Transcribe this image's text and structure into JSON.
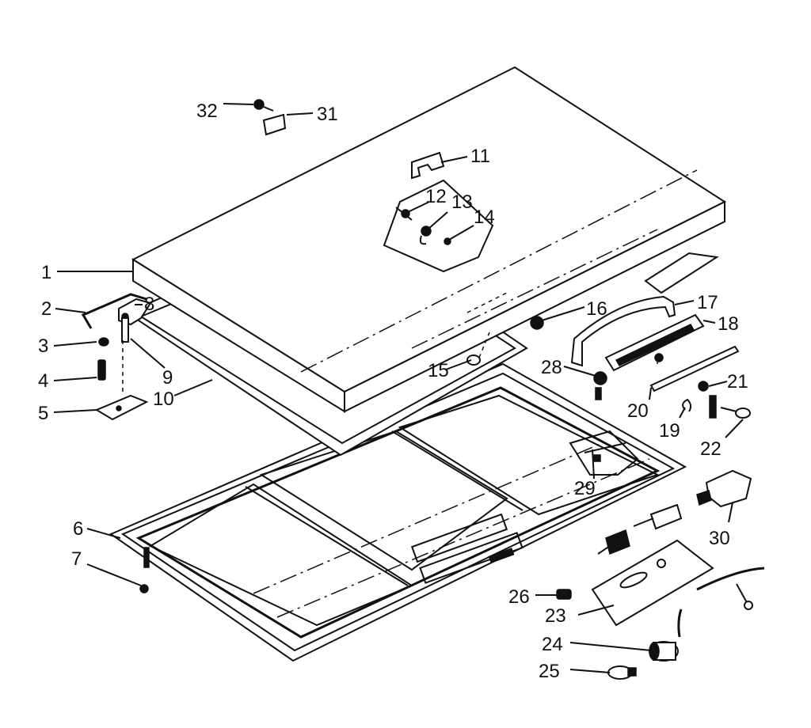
{
  "diagram": {
    "callouts": [
      "1",
      "2",
      "3",
      "4",
      "5",
      "6",
      "7",
      "8",
      "9",
      "10",
      "11",
      "12",
      "13",
      "14",
      "15",
      "16",
      "17",
      "18",
      "19",
      "20",
      "21",
      "22",
      "23",
      "24",
      "25",
      "26",
      "28",
      "29",
      "30",
      "31",
      "32"
    ]
  }
}
